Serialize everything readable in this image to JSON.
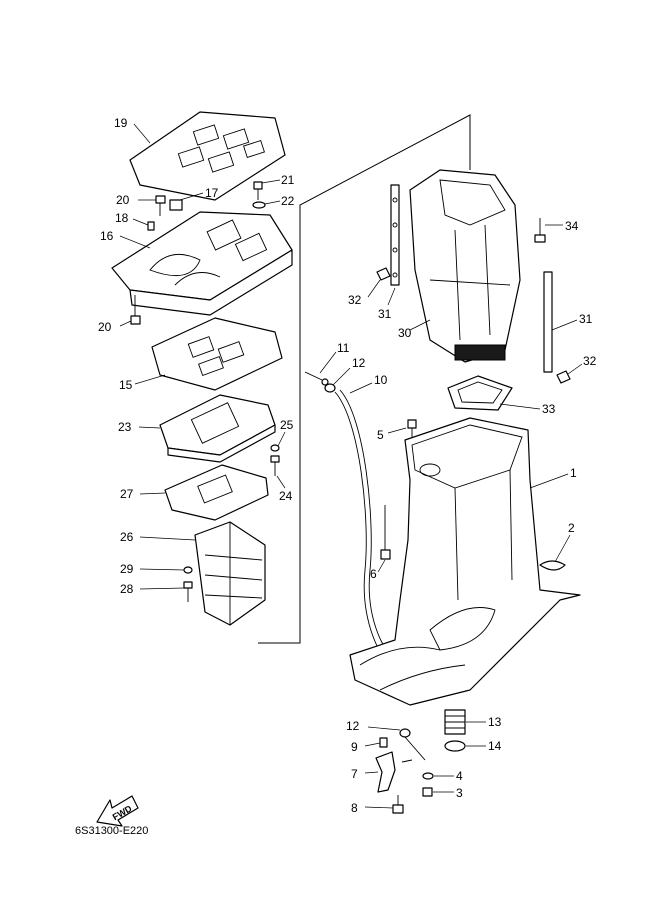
{
  "diagram_code": "6S31300-E220",
  "fwd_label": "FWD",
  "callouts": {
    "c19": "19",
    "c21": "21",
    "c17": "17",
    "c20a": "20",
    "c22": "22",
    "c18": "18",
    "c16": "16",
    "c20b": "20",
    "c15": "15",
    "c23": "23",
    "c25": "25",
    "c24": "24",
    "c27": "27",
    "c26": "26",
    "c29": "29",
    "c28": "28",
    "c34": "34",
    "c32a": "32",
    "c31a": "31",
    "c30": "30",
    "c31b": "31",
    "c32b": "32",
    "c11": "11",
    "c12a": "12",
    "c10": "10",
    "c33": "33",
    "c5": "5",
    "c1": "1",
    "c2": "2",
    "c6": "6",
    "c13": "13",
    "c12b": "12",
    "c14": "14",
    "c9": "9",
    "c7": "7",
    "c4": "4",
    "c3": "3",
    "c8": "8"
  },
  "colors": {
    "line": "#000000",
    "background": "#ffffff"
  }
}
